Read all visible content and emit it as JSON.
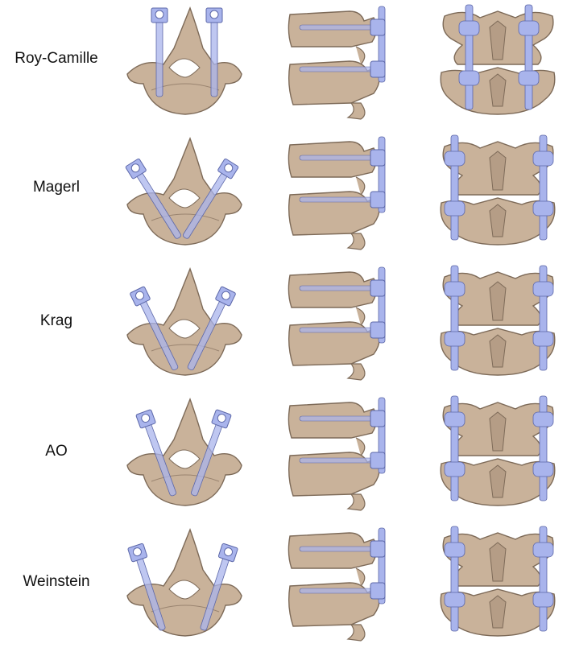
{
  "rows": [
    {
      "label": "Roy-Camille"
    },
    {
      "label": "Magerl"
    },
    {
      "label": "Krag"
    },
    {
      "label": "AO"
    },
    {
      "label": "Weinstein"
    }
  ],
  "colors": {
    "bone": "#c9b29a",
    "bone_dark": "#7d6a58",
    "screw": "#a9b4ec",
    "screw_dark": "#5c67a8"
  }
}
